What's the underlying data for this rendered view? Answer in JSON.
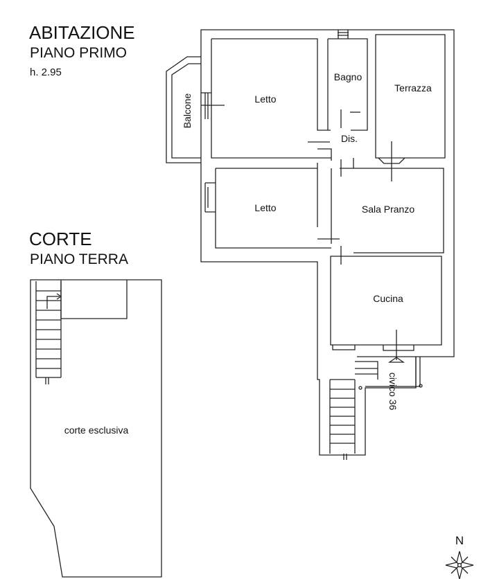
{
  "sections": {
    "upper": {
      "title": "ABITAZIONE",
      "subtitle": "PIANO PRIMO",
      "height_note": "h. 2.95"
    },
    "lower": {
      "title": "CORTE",
      "subtitle": "PIANO TERRA"
    }
  },
  "rooms": {
    "bedroom_1": "Letto",
    "bathroom": "Bagno",
    "terrace": "Terrazza",
    "balcony": "Balcone",
    "hallway": "Dis.",
    "bedroom_2": "Letto",
    "dining": "Sala Pranzo",
    "kitchen": "Cucina",
    "street_number": "civico 36",
    "courtyard": "corte esclusiva"
  },
  "compass": {
    "label": "N",
    "icon": "compass-rose-icon"
  },
  "colors": {
    "line": "#222222",
    "background": "#ffffff"
  }
}
